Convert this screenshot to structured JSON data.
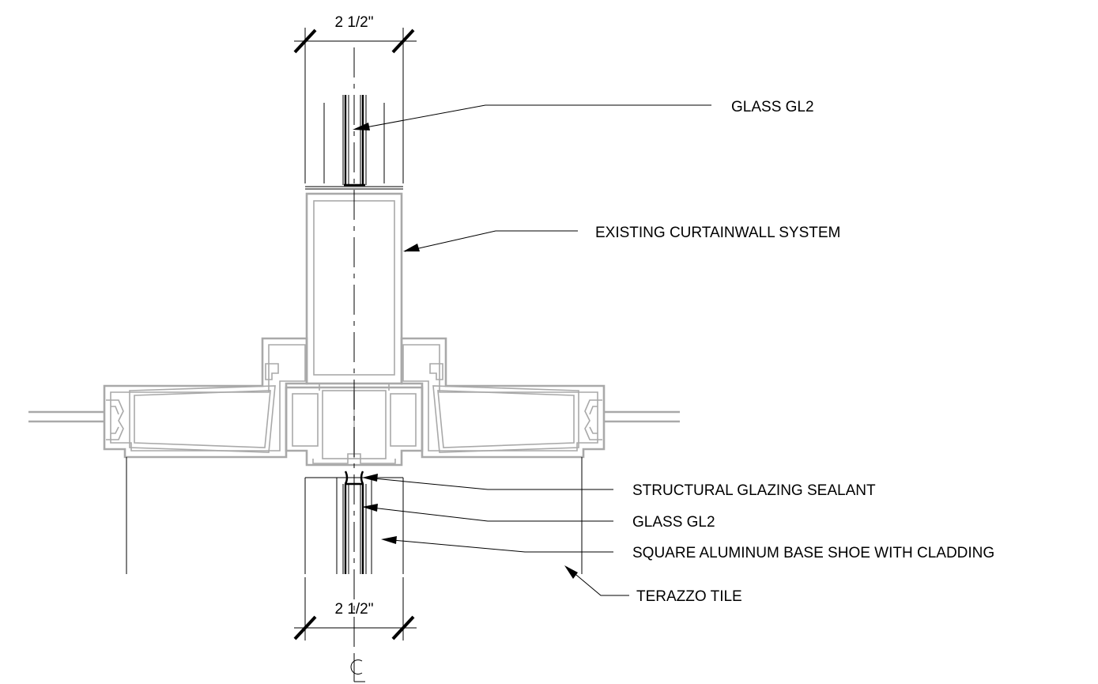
{
  "drawing": {
    "labels": {
      "glass_top": "GLASS GL2",
      "curtainwall": "EXISTING CURTAINWALL SYSTEM",
      "sealant": "STRUCTURAL GLAZING SEALANT",
      "glass_bottom": "GLASS GL2",
      "base_shoe": "SQUARE ALUMINUM BASE SHOE WITH CLADDING",
      "terrazzo": "TERAZZO TILE"
    },
    "dimensions": {
      "top": "2 1/2\"",
      "bottom": "2 1/2\""
    },
    "centerline_symbol": "CL"
  },
  "colors": {
    "linework": "#000000",
    "existing_linework": "#a9a9a9",
    "background": "#ffffff"
  }
}
